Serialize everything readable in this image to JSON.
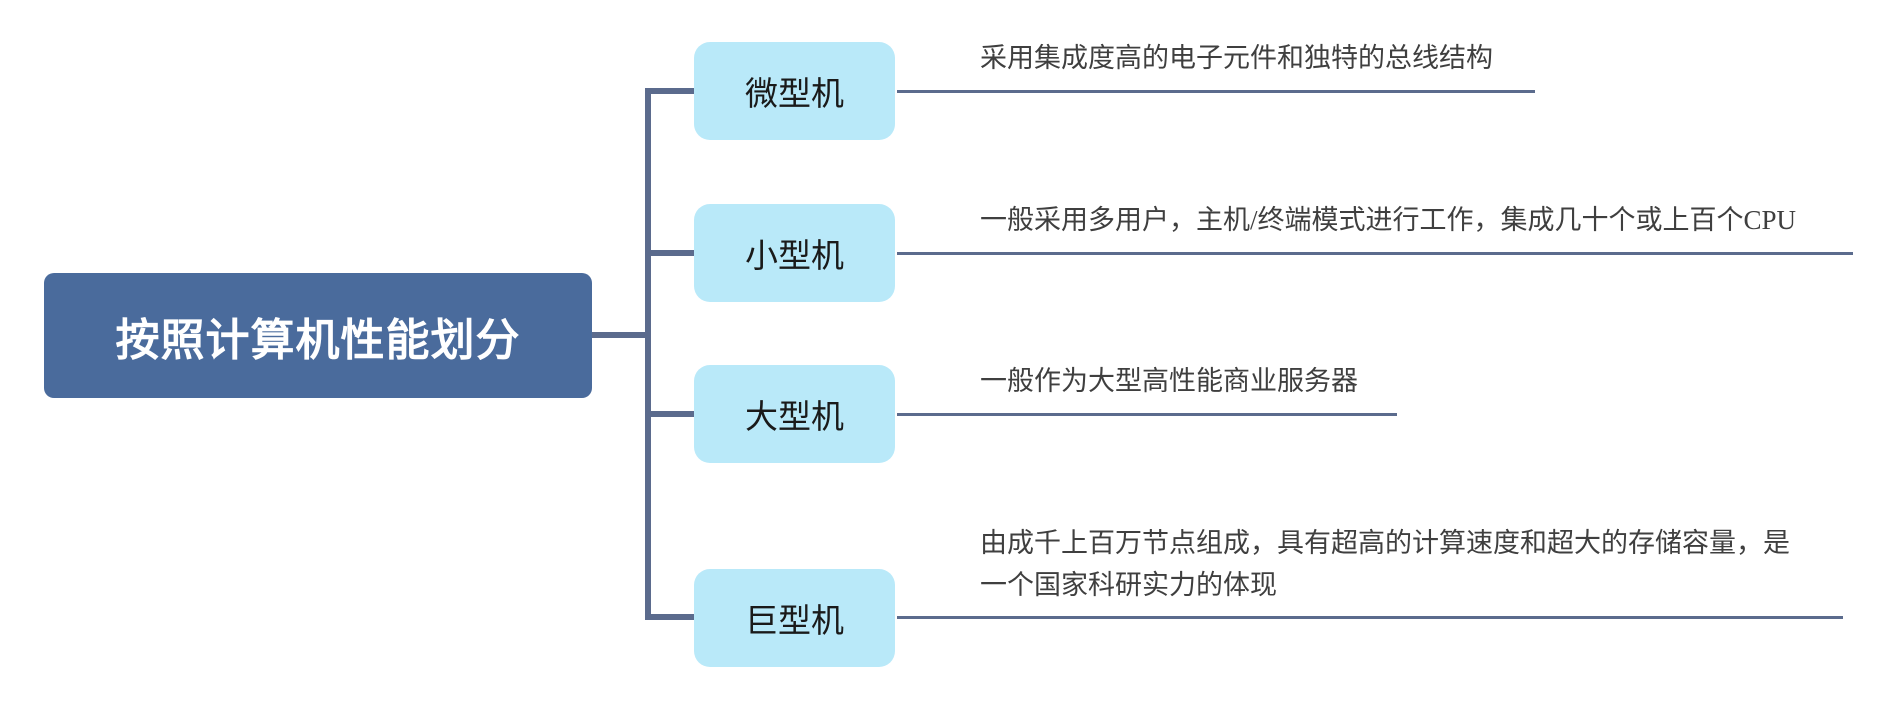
{
  "diagram": {
    "type": "mindmap",
    "background": "#ffffff",
    "root": {
      "label": "按照计算机性能划分",
      "fill": "#4a6b9c",
      "text_color": "#ffffff"
    },
    "style": {
      "branch_fill": "#b9e9f9",
      "branch_text_color": "#1a1a1a",
      "connector_color": "#5b6b8d",
      "description_text_color": "#3f3f3f"
    },
    "branches": [
      {
        "label": "微型机",
        "description": "采用集成度高的电子元件和独特的总线结构"
      },
      {
        "label": "小型机",
        "description": "一般采用多用户，主机/终端模式进行工作，集成几十个或上百个CPU"
      },
      {
        "label": "大型机",
        "description": "一般作为大型高性能商业服务器"
      },
      {
        "label": "巨型机",
        "description": "由成千上百万节点组成，具有超高的计算速度和超大的存储容量，是\n一个国家科研实力的体现"
      }
    ]
  }
}
